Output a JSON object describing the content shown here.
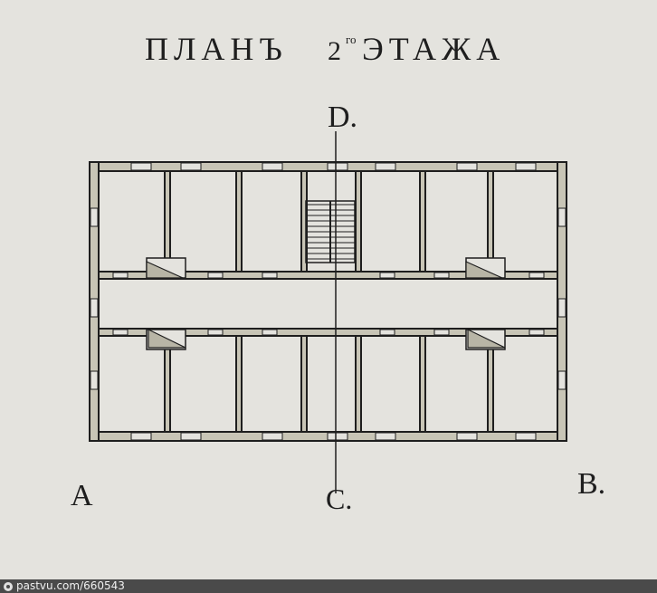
{
  "title": {
    "main": "ПЛАНЪ",
    "floor": "2",
    "floor_suffix": "го",
    "rest": "ЭТАЖА"
  },
  "labels": {
    "top": "D.",
    "bottom": "C.",
    "left": "A",
    "right": "B."
  },
  "footer": {
    "text": "pastvu.com/660543",
    "icon": "camera-lens-icon"
  },
  "colors": {
    "paper": "#e4e3de",
    "ink": "#1e1e1e",
    "wall_fill": "#c8c5b6",
    "footer": "#4a4a4a"
  }
}
